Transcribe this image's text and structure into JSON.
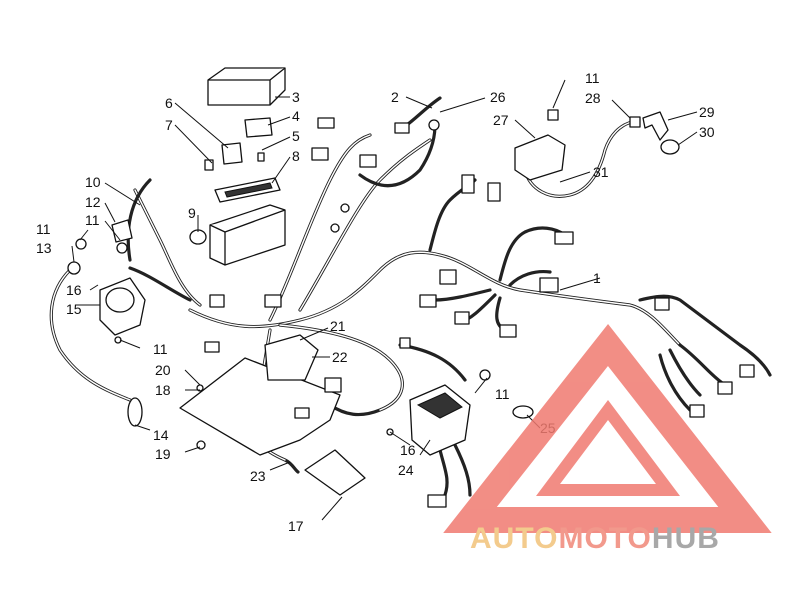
{
  "callouts": [
    {
      "id": "c1",
      "label": "1"
    },
    {
      "id": "c2",
      "label": "2"
    },
    {
      "id": "c3",
      "label": "3"
    },
    {
      "id": "c4",
      "label": "4"
    },
    {
      "id": "c5",
      "label": "5"
    },
    {
      "id": "c6",
      "label": "6"
    },
    {
      "id": "c7",
      "label": "7"
    },
    {
      "id": "c8",
      "label": "8"
    },
    {
      "id": "c9",
      "label": "9"
    },
    {
      "id": "c10",
      "label": "10"
    },
    {
      "id": "c11a",
      "label": "11"
    },
    {
      "id": "c11b",
      "label": "11"
    },
    {
      "id": "c11c",
      "label": "11"
    },
    {
      "id": "c11d",
      "label": "11"
    },
    {
      "id": "c11e",
      "label": "11"
    },
    {
      "id": "c12",
      "label": "12"
    },
    {
      "id": "c13",
      "label": "13"
    },
    {
      "id": "c14",
      "label": "14"
    },
    {
      "id": "c15",
      "label": "15"
    },
    {
      "id": "c16a",
      "label": "16"
    },
    {
      "id": "c16b",
      "label": "16"
    },
    {
      "id": "c17",
      "label": "17"
    },
    {
      "id": "c18",
      "label": "18"
    },
    {
      "id": "c19",
      "label": "19"
    },
    {
      "id": "c20",
      "label": "20"
    },
    {
      "id": "c21",
      "label": "21"
    },
    {
      "id": "c22",
      "label": "22"
    },
    {
      "id": "c23",
      "label": "23"
    },
    {
      "id": "c24",
      "label": "24"
    },
    {
      "id": "c25",
      "label": "25"
    },
    {
      "id": "c26",
      "label": "26"
    },
    {
      "id": "c27",
      "label": "27"
    },
    {
      "id": "c28",
      "label": "28"
    },
    {
      "id": "c29",
      "label": "29"
    },
    {
      "id": "c30",
      "label": "30"
    },
    {
      "id": "c31",
      "label": "31"
    }
  ],
  "watermark": {
    "part1": "AUTO",
    "part2": "MOTO",
    "part3": "HUB",
    "colors": {
      "part1": "#f2c27a",
      "part2": "#f08878",
      "part3": "#9a9a9a",
      "triangle": "#f07a70"
    }
  }
}
